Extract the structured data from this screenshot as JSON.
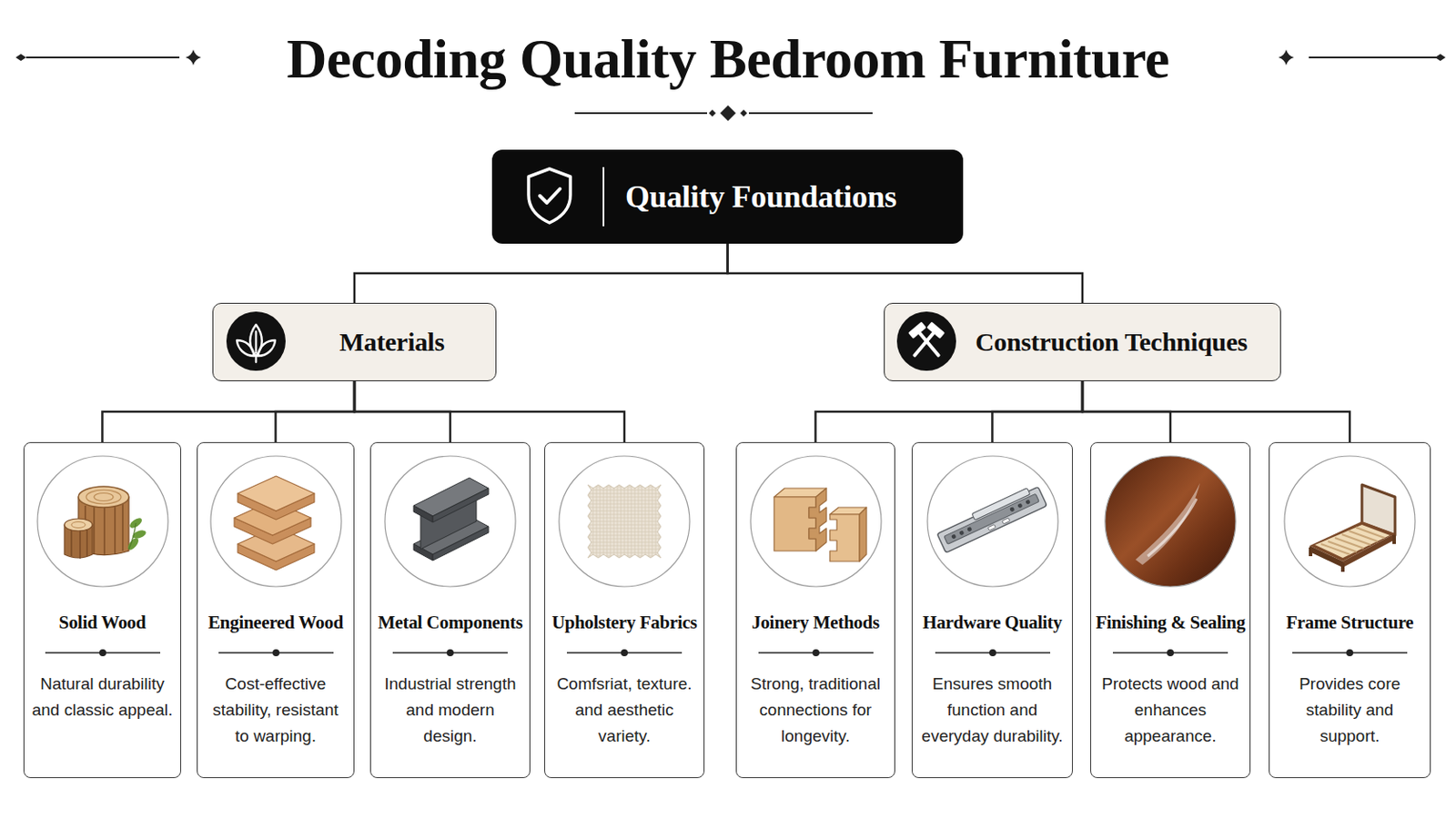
{
  "diagram": {
    "title": "Decoding Quality Bedroom Furniture",
    "nodes": [
      {
        "text": [
          "Quality Foundations"
        ]
      },
      {
        "text": [
          "Materials"
        ]
      },
      {
        "text": [
          "Construction Techniques"
        ]
      },
      {
        "text": [
          "Solid Wood",
          "Natural durability and classic appeal."
        ]
      },
      {
        "text": [
          "Engineered Wood",
          "Cost-effective stability, resistant to warping."
        ]
      },
      {
        "text": [
          "Metal Components",
          "Industrial strength and modern design."
        ]
      },
      {
        "text": [
          "Upholstery Fabrics",
          "Comfsriat, texture. and aesthetic variety."
        ]
      },
      {
        "text": [
          "Joinery Methods",
          "Strong, traditional connections for longevity."
        ]
      },
      {
        "text": [
          "Hardware Quality",
          "Ensures smooth function and everyday durability."
        ]
      },
      {
        "text": [
          "Finishing & Sealing",
          "Protects wood and enhances appearance."
        ]
      },
      {
        "text": [
          "Frame Structure",
          "Provides core stability and support."
        ]
      }
    ],
    "edges": [
      {
        "from": 0,
        "to": 1,
        "arrow": "none"
      },
      {
        "from": 0,
        "to": 2,
        "arrow": "none"
      },
      {
        "from": 1,
        "to": 3,
        "arrow": "none"
      },
      {
        "from": 1,
        "to": 4,
        "arrow": "none"
      },
      {
        "from": 1,
        "to": 5,
        "arrow": "none"
      },
      {
        "from": 1,
        "to": 6,
        "arrow": "none"
      },
      {
        "from": 2,
        "to": 7,
        "arrow": "none"
      },
      {
        "from": 2,
        "to": 8,
        "arrow": "none"
      },
      {
        "from": 2,
        "to": 9,
        "arrow": "none"
      },
      {
        "from": 2,
        "to": 10,
        "arrow": "none"
      }
    ]
  }
}
